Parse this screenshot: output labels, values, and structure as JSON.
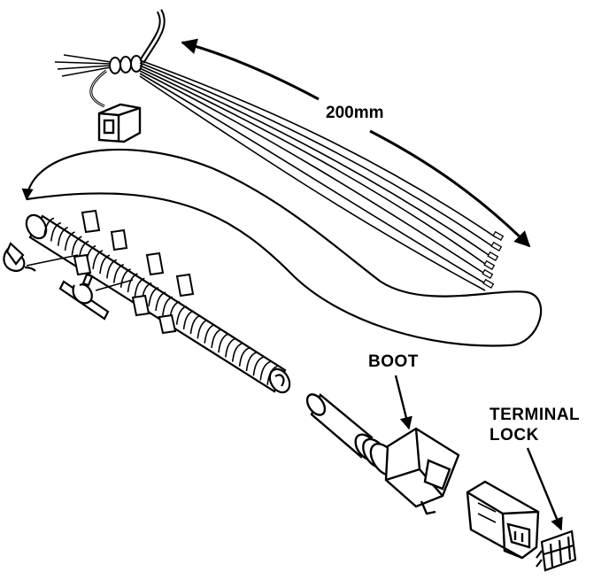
{
  "labels": {
    "length": "200mm",
    "boot": "BOOT",
    "terminal_lock_line1": "TERMINAL",
    "terminal_lock_line2": "LOCK"
  }
}
